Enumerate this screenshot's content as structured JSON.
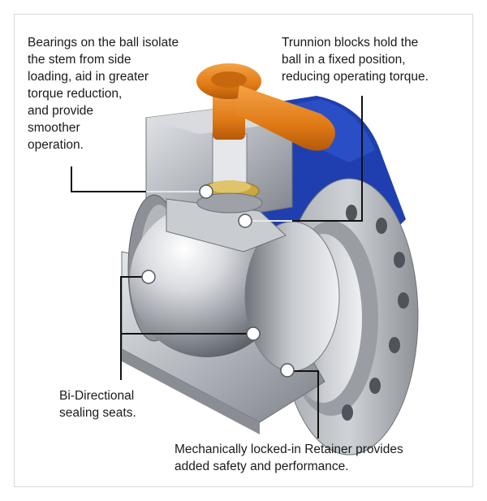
{
  "labels": {
    "bearings": "Bearings on the ball isolate\nthe stem from side\nloading, aid in greater\ntorque reduction,\nand provide\nsmoother\noperation.",
    "trunnion": "Trunnion blocks hold the\nball in a fixed position,\nreducing operating torque.",
    "seats": "Bi-Directional\nsealing seats.",
    "retainer": "Mechanically locked-in Retainer provides\nadded safety and performance."
  },
  "colors": {
    "handle": "#e07a16",
    "body_blue": "#1f3fb0",
    "steel": "#b9bcc2",
    "stem_ring": "#c9a640",
    "leader": "#111111",
    "marker": "#ffffff"
  },
  "icons": [
    "ball-valve-cutaway"
  ]
}
